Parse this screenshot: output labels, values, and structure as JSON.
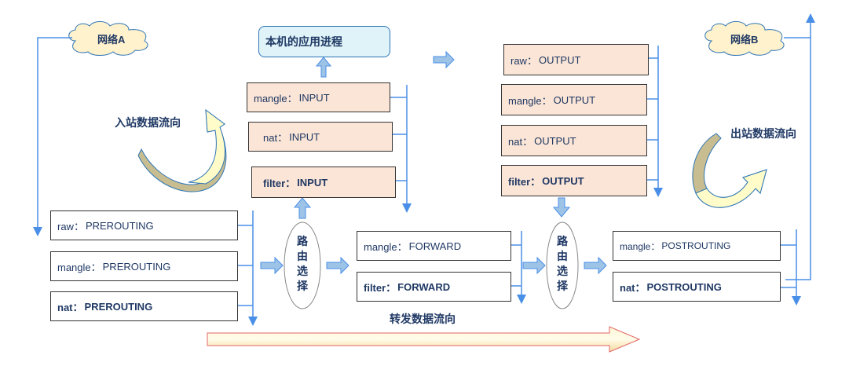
{
  "clouds": {
    "network_a": "网络A",
    "network_b": "网络B"
  },
  "app_process": "本机的应用进程",
  "labels": {
    "inbound_flow": "入站数据流向",
    "outbound_flow": "出站数据流向",
    "forward_flow": "转发数据流向"
  },
  "routing": {
    "left": [
      "路",
      "由",
      "选",
      "择"
    ],
    "right": [
      "路",
      "由",
      "选",
      "择"
    ]
  },
  "prerouting": [
    {
      "table": "raw：",
      "chain": "PREROUTING",
      "bold": false
    },
    {
      "table": "mangle：",
      "chain": "PREROUTING",
      "bold": false
    },
    {
      "table": "nat：",
      "chain": "PREROUTING",
      "bold": true
    }
  ],
  "input": [
    {
      "table": "mangle：",
      "chain": "INPUT",
      "bold": false
    },
    {
      "table": "nat：",
      "chain": "INPUT",
      "bold": false
    },
    {
      "table": "filter：",
      "chain": "INPUT",
      "bold": true
    }
  ],
  "forward": [
    {
      "table": "mangle：",
      "chain": "FORWARD",
      "bold": false
    },
    {
      "table": "filter：",
      "chain": "FORWARD",
      "bold": true
    }
  ],
  "output": [
    {
      "table": "raw：",
      "chain": "OUTPUT",
      "bold": false
    },
    {
      "table": "mangle：",
      "chain": "OUTPUT",
      "bold": false
    },
    {
      "table": "nat：",
      "chain": "OUTPUT",
      "bold": false
    },
    {
      "table": "filter：",
      "chain": "OUTPUT",
      "bold": true
    }
  ],
  "postrouting": [
    {
      "table": "mangle：",
      "chain": "POSTROUTING",
      "bold": false
    },
    {
      "table": "nat：",
      "chain": "POSTROUTING",
      "bold": true
    }
  ],
  "colors": {
    "line_blue": "#4a8fe7",
    "arrow_fill": "#9dc3e6",
    "peach": "#fbe5d6",
    "app_fill": "#dff3f8",
    "cloud_fill": "#fff2cc",
    "curve_dark": "#b4a87a",
    "curve_light": "#fffcc9"
  }
}
